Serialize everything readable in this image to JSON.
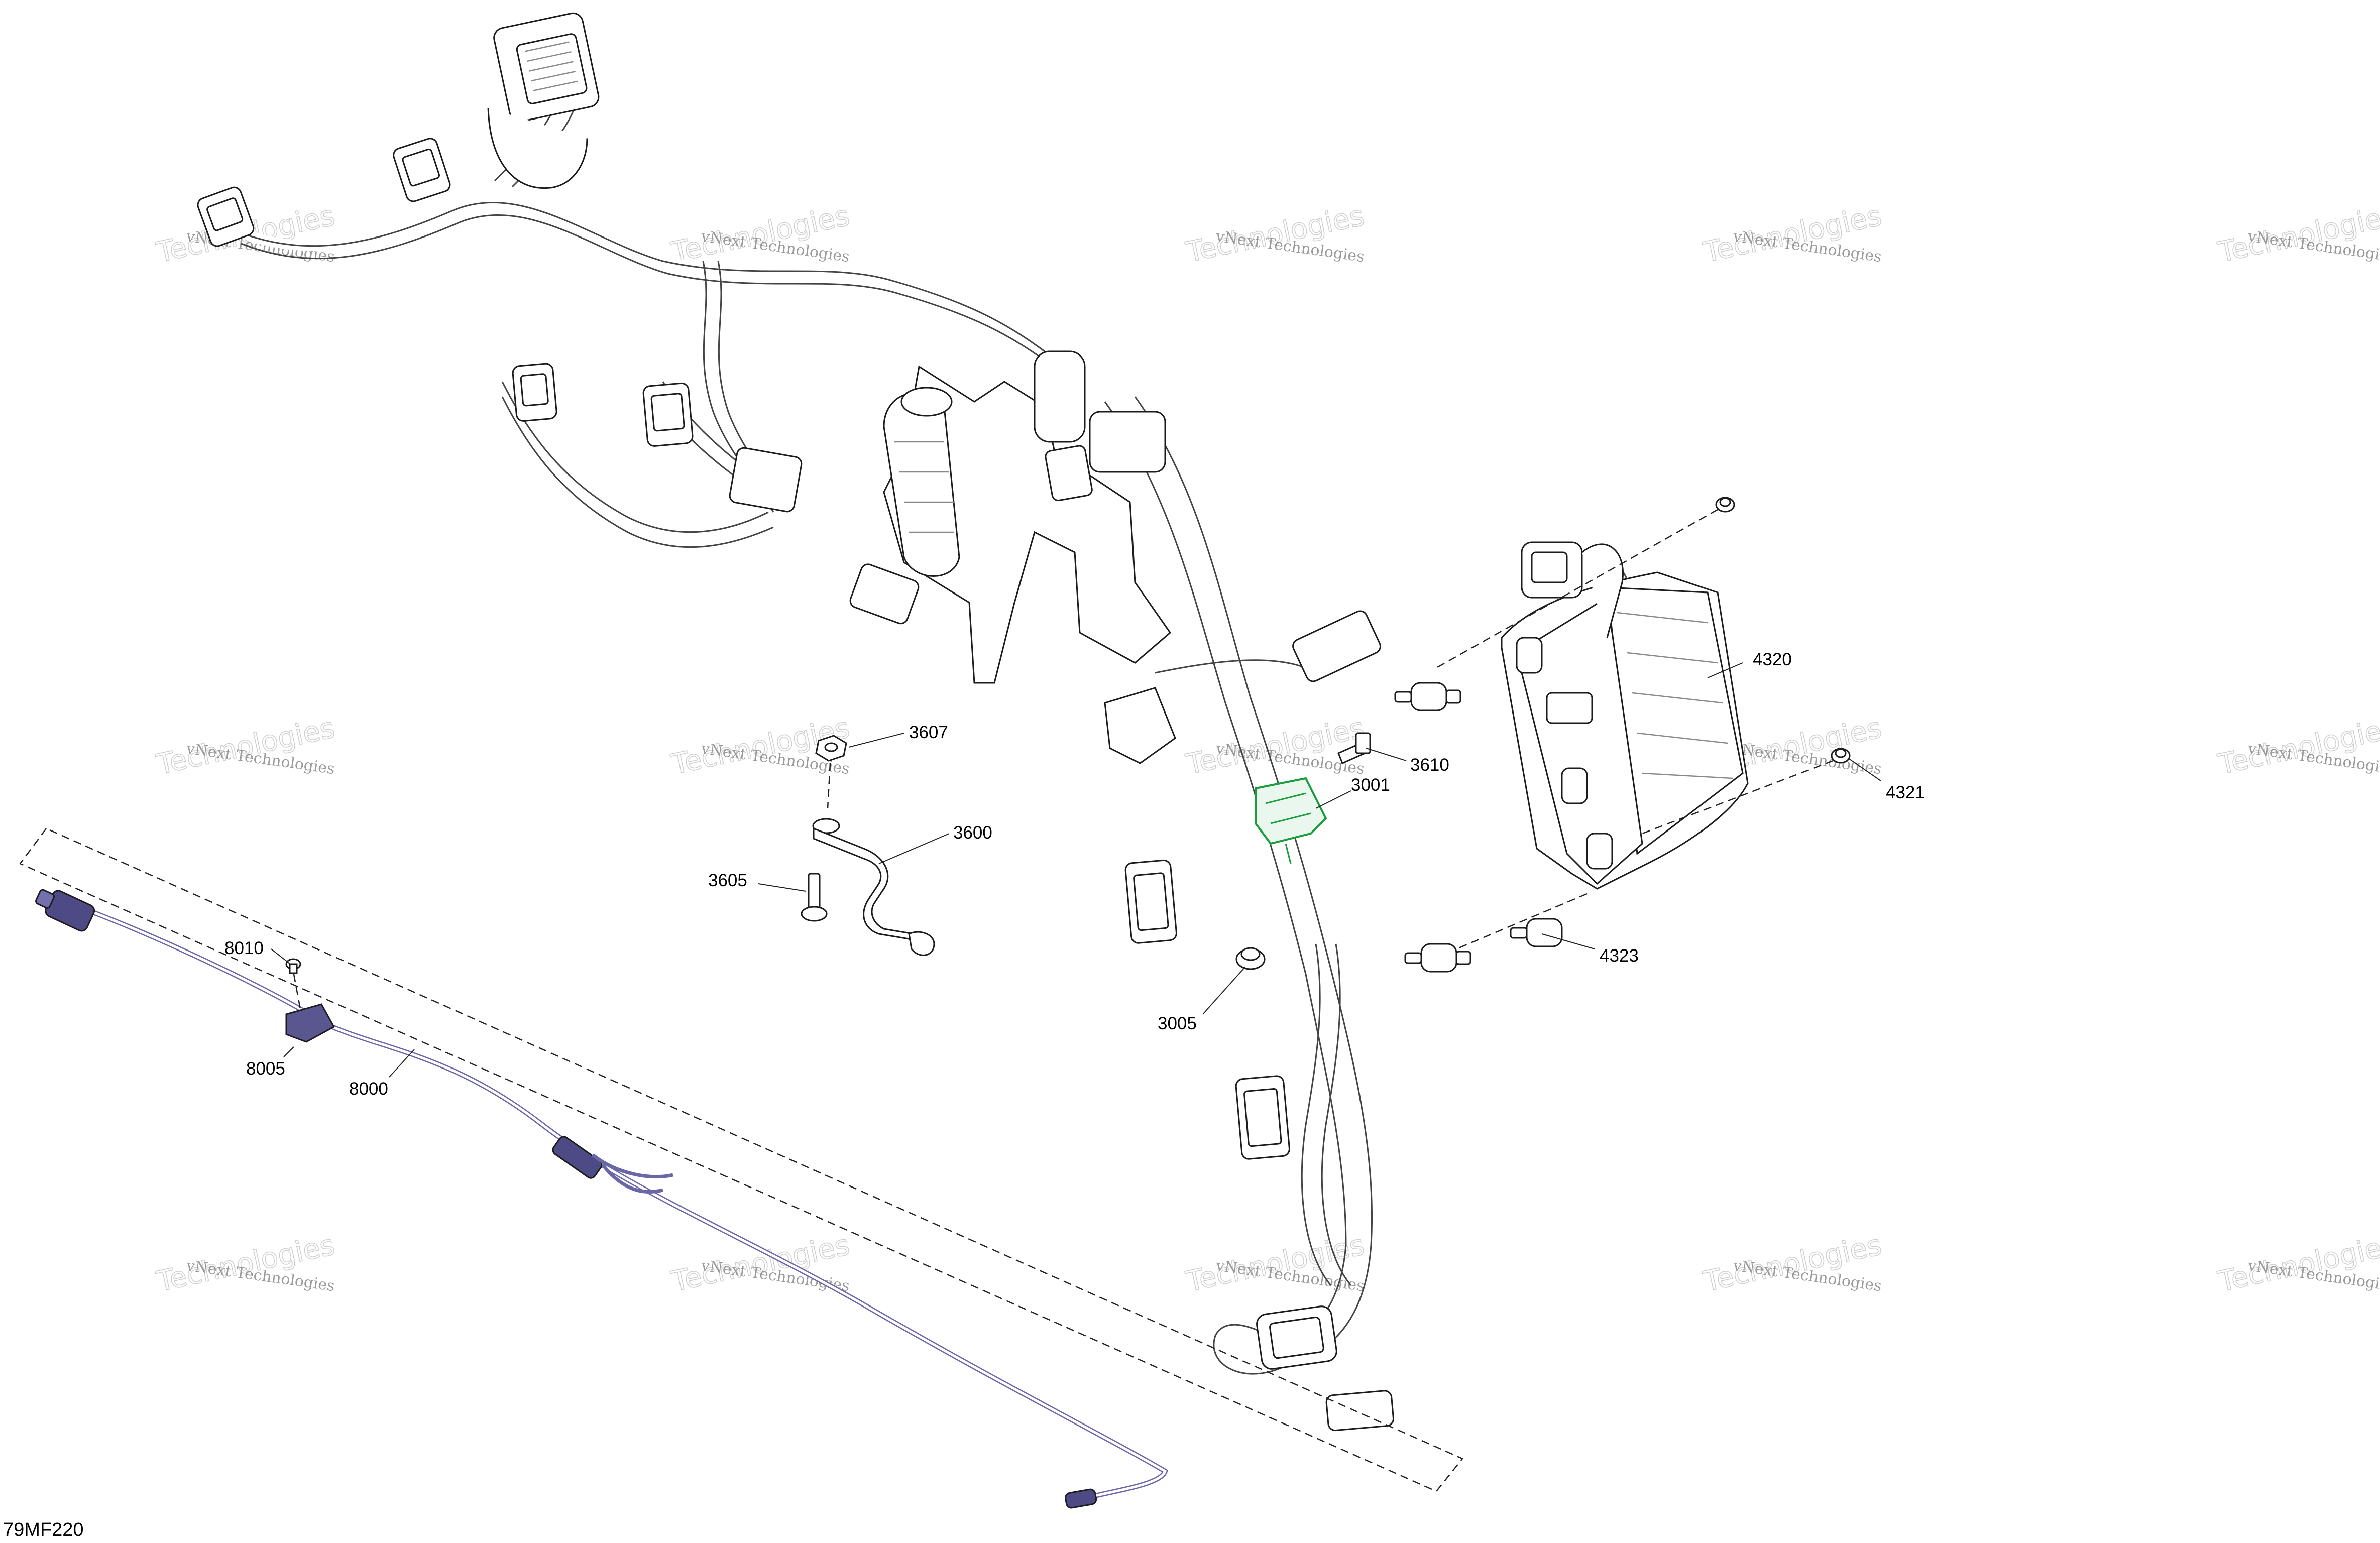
{
  "figure_id": "79MF220",
  "watermark": {
    "line1": "vNext Technologies",
    "line2": "Technologies"
  },
  "callouts": {
    "c3607": "3607",
    "c3600": "3600",
    "c3605": "3605",
    "c3610": "3610",
    "c3001": "3001",
    "c3005": "3005",
    "c4320": "4320",
    "c4321": "4321",
    "c4323": "4323",
    "c8010": "8010",
    "c8005": "8005",
    "c8000": "8000"
  },
  "colors": {
    "highlight": "#1a9e3c",
    "cable": "#6a66a8"
  }
}
